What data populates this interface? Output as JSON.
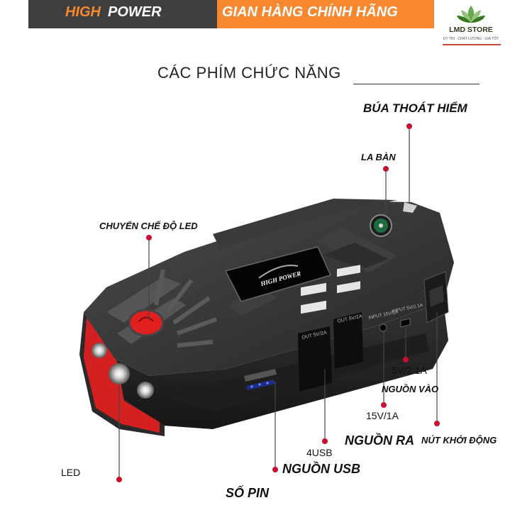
{
  "header": {
    "brand_high": "HIGH",
    "brand_power": "POWER",
    "store_slogan": "GIAN HÀNG CHÍNH HÃNG"
  },
  "logo": {
    "name": "LMD STORE",
    "sub": "UY TÍN · CHẤT LƯỢNG · GIÁ TỐT"
  },
  "section_title": "CÁC PHÍM CHỨC NĂNG",
  "device_badge": "HIGH POWER",
  "port_labels": {
    "out_left": "OUT 5V/2A",
    "out_right": "OUT 5V/2A",
    "input_left": "INPUT 15V/1A",
    "input_right": "INPUT 5V/2.1A"
  },
  "labels": {
    "hammer": "BÚA THOÁT HIỂM",
    "compass": "LA BÀN",
    "led_mode": "CHUYỂN CHẾ ĐỘ  LED",
    "five_volt": "5V/2.1A",
    "input_power": "NGUỒN VÀO",
    "fifteen_volt": "15V/1A",
    "four_usb": "4USB",
    "output_power": "NGUỒN RA",
    "start_button": "NÚT KHỞI ĐỘNG",
    "usb_power": "NGUỒN USB",
    "led": "LED",
    "battery_level": "SỐ PIN"
  },
  "colors": {
    "banner_dark": "#3e3e3e",
    "banner_orange": "#f7882f",
    "pointer_red": "#c8102e",
    "device_body": "#2a2a2a",
    "lamp_red": "#d42020"
  }
}
